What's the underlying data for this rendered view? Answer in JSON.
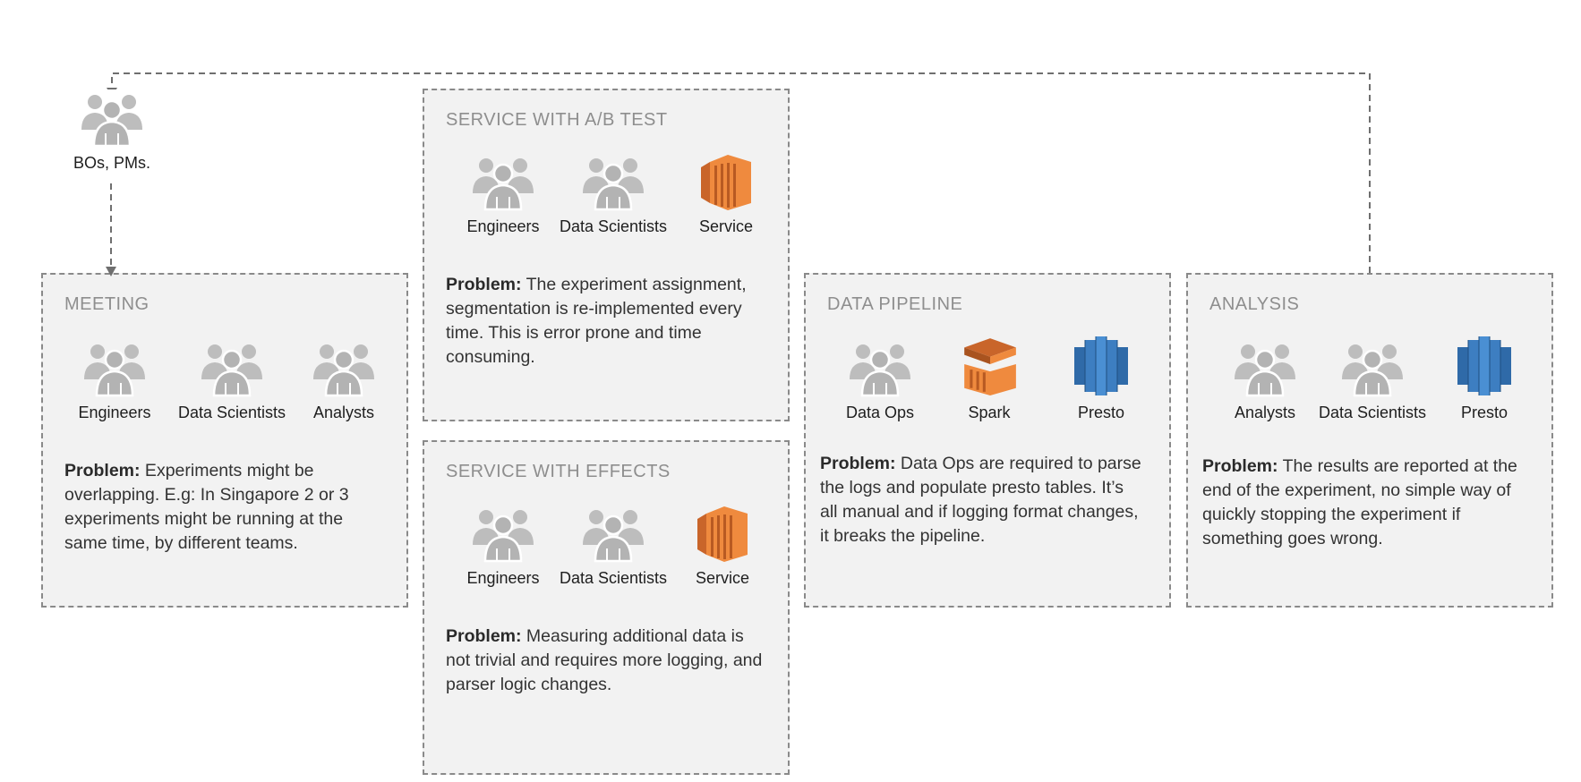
{
  "colors": {
    "people": "#b7b7b7",
    "service_orange": "#ef8a3e",
    "spark_orange": "#ef8a3e",
    "presto_blue": "#3d7ec1",
    "panel_bg": "#f2f2f2",
    "dashed_border": "#8a8a8a"
  },
  "top_actor": {
    "label": "BOs, PMs.",
    "icon": "people-group-icon"
  },
  "panels": {
    "meeting": {
      "title": "MEETING",
      "nodes": [
        "Engineers",
        "Data Scientists",
        "Analysts"
      ],
      "problem_label": "Problem:",
      "problem_text": " Experiments might be overlapping. E.g: In Singapore 2 or 3 experiments might be running at the same time, by different teams."
    },
    "ab_test": {
      "title": "SERVICE WITH A/B TEST",
      "nodes": [
        "Engineers",
        "Data Scientists",
        "Service"
      ],
      "problem_label": "Problem:",
      "problem_text": " The experiment assignment, segmentation is re-implemented every time. This is error prone and time consuming."
    },
    "effects": {
      "title": "SERVICE WITH EFFECTS",
      "nodes": [
        "Engineers",
        "Data Scientists",
        "Service"
      ],
      "problem_label": "Problem:",
      "problem_text": " Measuring additional data is not trivial and requires more logging, and parser logic changes."
    },
    "pipeline": {
      "title": "DATA PIPELINE",
      "nodes": [
        "Data Ops",
        "Spark",
        "Presto"
      ],
      "problem_label": "Problem:",
      "problem_text": " Data Ops are required to parse the logs and populate presto tables. It’s all manual and if logging format changes, it breaks the pipeline."
    },
    "analysis": {
      "title": "ANALYSIS",
      "nodes": [
        "Analysts",
        "Data Scientists",
        "Presto"
      ],
      "problem_label": "Problem:",
      "problem_text": " The results are reported at the end of the experiment, no simple way of quickly stopping the experiment if something goes wrong."
    }
  }
}
